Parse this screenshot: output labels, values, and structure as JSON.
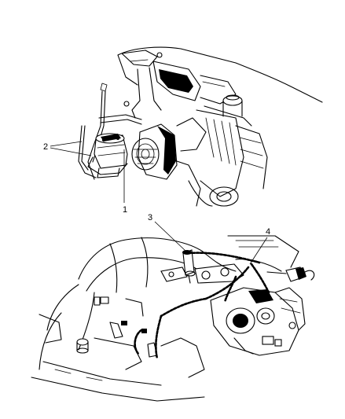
{
  "callouts": [
    {
      "id": "c1",
      "label": "1"
    },
    {
      "id": "c2",
      "label": "2"
    },
    {
      "id": "c3",
      "label": "3"
    },
    {
      "id": "c4",
      "label": "4"
    }
  ]
}
